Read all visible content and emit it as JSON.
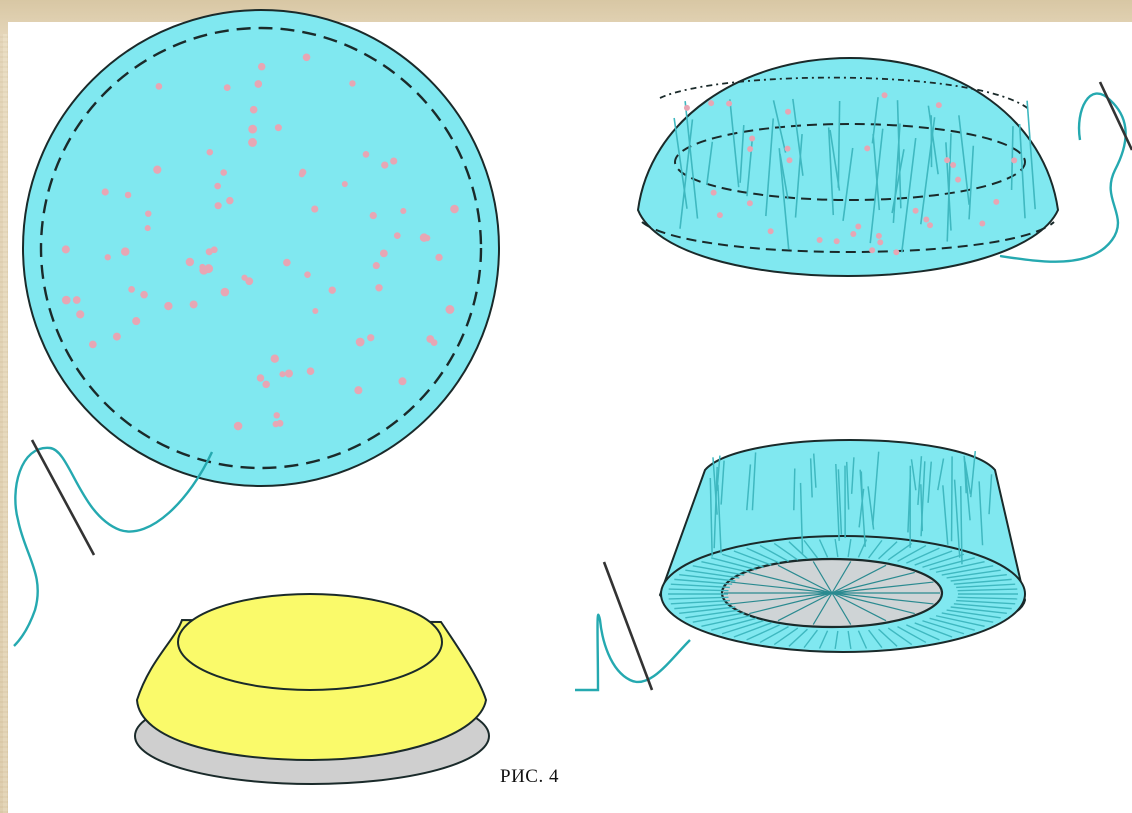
{
  "figure": {
    "caption": "РИС. 4",
    "colors": {
      "fabric": "#80e8f0",
      "fabric_fold": "#3fb8c0",
      "outline": "#1a2a2a",
      "dots": "#e7a6b4",
      "thread": "#25a9b0",
      "needle": "#333333",
      "form_yellow": "#fafa6a",
      "form_base": "#cfcfcf",
      "inner_disc": "#cfd4d6",
      "background": "#e6d7b9"
    },
    "panels": [
      {
        "id": "fabric-circle",
        "description_icon": "fabric-circle-icon"
      },
      {
        "id": "gathered-dome",
        "description_icon": "gathered-dome-icon"
      },
      {
        "id": "yellow-form",
        "description_icon": "yellow-form-icon"
      },
      {
        "id": "covered-form",
        "description_icon": "covered-form-icon"
      }
    ]
  }
}
